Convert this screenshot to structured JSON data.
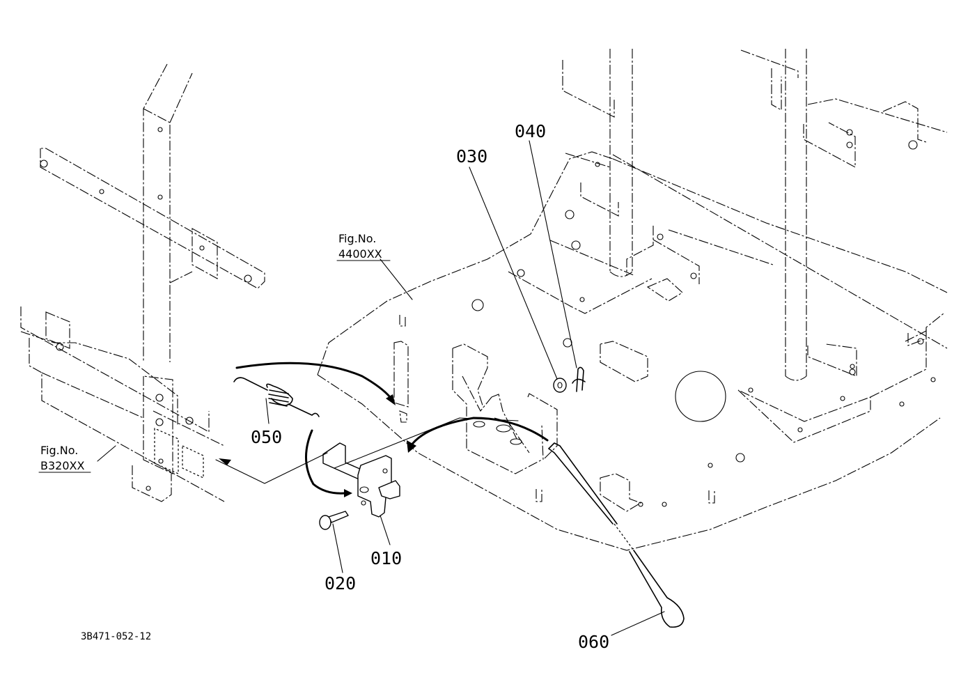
{
  "diagram": {
    "callouts": [
      {
        "id": "010",
        "text": "010"
      },
      {
        "id": "020",
        "text": "020"
      },
      {
        "id": "030",
        "text": "030"
      },
      {
        "id": "040",
        "text": "040"
      },
      {
        "id": "050",
        "text": "050"
      },
      {
        "id": "060",
        "text": "060"
      }
    ],
    "figure_refs": [
      {
        "line1": "Fig.No.",
        "line2": "4400XX"
      },
      {
        "line1": "Fig.No.",
        "line2": "B320XX"
      }
    ],
    "drawing_code": "3B471-052-12"
  }
}
